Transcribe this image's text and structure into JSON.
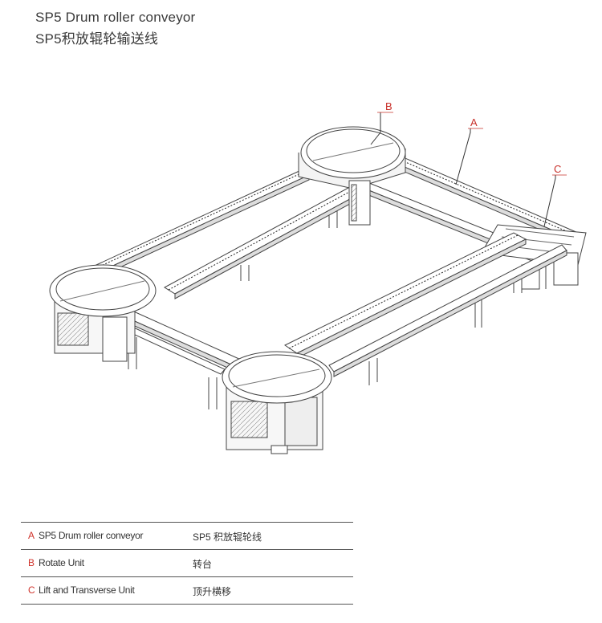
{
  "title": {
    "english": "SP5 Drum roller conveyor",
    "chinese": "SP5积放辊轮输送线"
  },
  "callouts": [
    "A",
    "B",
    "C"
  ],
  "legend": [
    {
      "letter": "A",
      "english": "SP5 Drum roller conveyor",
      "chinese": "SP5 积放辊轮线"
    },
    {
      "letter": "B",
      "english": "Rotate Unit",
      "chinese": "转台"
    },
    {
      "letter": "C",
      "english": "Lift and Transverse Unit",
      "chinese": "顶升横移"
    }
  ],
  "colors": {
    "callout": "#c8302a",
    "line": "#555555"
  }
}
